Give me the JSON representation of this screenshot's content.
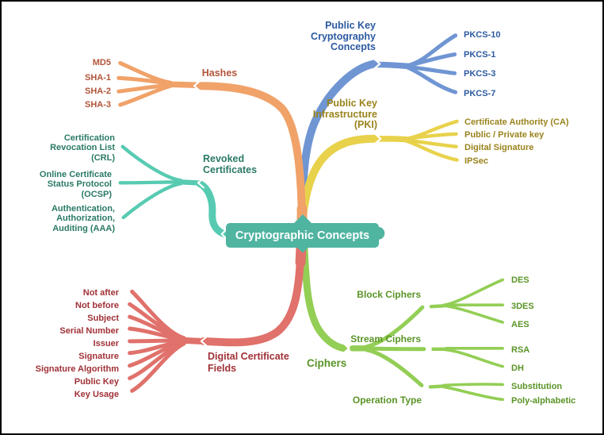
{
  "center": {
    "label": "Cryptographic Concepts"
  },
  "colors": {
    "orange_branch": "#F0A269",
    "orange_text": "#B25438",
    "blue_branch": "#6F95D3",
    "blue_text": "#2C5AA0",
    "yellow_branch": "#E8D24B",
    "yellow_text": "#9A831C",
    "teal_branch": "#57CBB2",
    "teal_text": "#2A7A66",
    "red_branch": "#E0716B",
    "red_text": "#A03137",
    "green_branch": "#93CE55",
    "green_text": "#5A9426",
    "center_fill": "#4FB4A0",
    "center_text": "#FFFFFF"
  },
  "hashes": {
    "label": "Hashes",
    "items": [
      "MD5",
      "SHA-1",
      "SHA-2",
      "SHA-3"
    ]
  },
  "pkcc": {
    "lines": [
      "Public Key",
      "Cryptography",
      "Concepts"
    ],
    "items": [
      "PKCS-10",
      "PKCS-1",
      "PKCS-3",
      "PKCS-7"
    ]
  },
  "pki": {
    "lines": [
      "Public Key",
      "Infrastructure",
      "(PKI)"
    ],
    "items": [
      "Certificate Authority (CA)",
      "Public / Private key",
      "Digital Signature",
      "IPSec"
    ]
  },
  "revoked": {
    "lines": [
      "Revoked",
      "Certificates"
    ],
    "items": [
      {
        "lines": [
          "Certification",
          "Revocation List",
          "(CRL)"
        ]
      },
      {
        "lines": [
          "Online Certificate",
          "Status Protocol",
          "(OCSP)"
        ]
      },
      {
        "lines": [
          "Authentication,",
          "Authorization,",
          "Auditing (AAA)"
        ]
      }
    ]
  },
  "cert_fields": {
    "lines": [
      "Digital Certificate",
      "Fields"
    ],
    "items": [
      "Not after",
      "Not before",
      "Subject",
      "Serial Number",
      "Issuer",
      "Signature",
      "Signature Algorithm",
      "Public Key",
      "Key Usage"
    ]
  },
  "ciphers": {
    "label": "Ciphers",
    "groups": [
      {
        "label": "Block Ciphers",
        "items": [
          "DES",
          "3DES",
          "AES"
        ]
      },
      {
        "label": "Stream Ciphers",
        "items": [
          "RSA",
          "DH"
        ]
      },
      {
        "label": "Operation Type",
        "items": [
          "Substitution",
          "Poly-alphabetic"
        ]
      }
    ]
  }
}
